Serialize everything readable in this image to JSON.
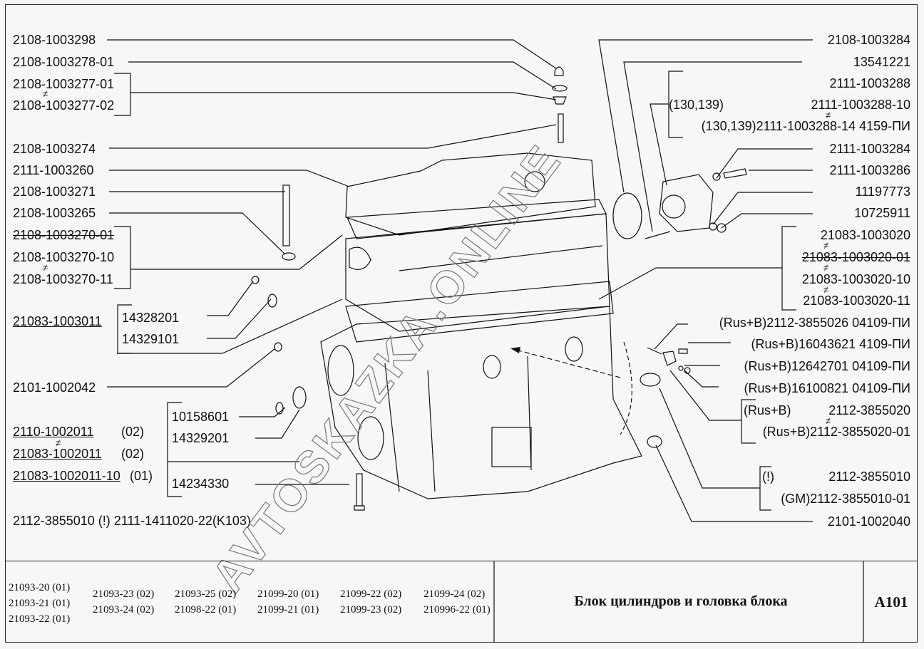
{
  "title": "Блок цилиндров и головка блока",
  "page_code": "A101",
  "watermark": "AVTOSKAZKA.ONLINE",
  "not_interchangeable_symbol": "≠",
  "left_labels": {
    "l1": "2108-1003298",
    "l2": "2108-1003278-01",
    "l3a": "2108-1003277-01",
    "l3b": "2108-1003277-02",
    "l4": "2108-1003274",
    "l5": "2111-1003260",
    "l6": "2108-1003271",
    "l7": "2108-1003265",
    "l8a": "2108-1003270-01",
    "l8b": "2108-1003270-10",
    "l8c": "2108-1003270-11",
    "l9": "21083-1003011",
    "l9a": "14328201",
    "l9b": "14329101",
    "l10": "2101-1002042",
    "l11a": "10158601",
    "l11b": "14329201",
    "l11c": "14234330",
    "l12a": "2110-1002011",
    "l12a_suffix": "(02)",
    "l12b": "21083-1002011",
    "l12b_suffix": "(02)",
    "l12c": "21083-1002011-10",
    "l12c_suffix": "(01)",
    "note": "2112-3855010  (!)  2111-1411020-22(K103)"
  },
  "right_labels": {
    "r1": "2108-1003284",
    "r2": "13541221",
    "r3a": "2111-1003288",
    "r3b_prefix": "(130,139)",
    "r3b": "2111-1003288-10",
    "r3c": "(130,139)2111-1003288-14  4159-ПИ",
    "r4": "2111-1003284",
    "r5": "2111-1003286",
    "r6": "11197773",
    "r7": "10725911",
    "r8a": "21083-1003020",
    "r8b": "21083-1003020-01",
    "r8c": "21083-1003020-10",
    "r8d": "21083-1003020-11",
    "r9": "(Rus+B)2112-3855026  04109-ПИ",
    "r10": "(Rus+B)16043621 4109-ПИ",
    "r11": "(Rus+B)12642701  04109-ПИ",
    "r12": "(Rus+B)16100821  04109-ПИ",
    "r13a_prefix": "(Rus+B)",
    "r13a": "2112-3855020",
    "r13b": "(Rus+B)2112-3855020-01",
    "r14a_prefix": "(!)",
    "r14a": "2112-3855010",
    "r14b": "(GM)2112-3855010-01",
    "r15": "2101-1002040"
  },
  "models": [
    [
      "21093-20 (01)",
      "21093-21 (01)",
      "21093-22 (01)"
    ],
    [
      "21093-23 (02)",
      "21093-24 (02)"
    ],
    [
      "21093-25 (02)",
      "21098-22 (01)"
    ],
    [
      "21099-20 (01)",
      "21099-21 (01)"
    ],
    [
      "21099-22 (02)",
      "21099-23 (02)"
    ],
    [
      "21099-24 (02)",
      "210996-22 (01)"
    ]
  ]
}
